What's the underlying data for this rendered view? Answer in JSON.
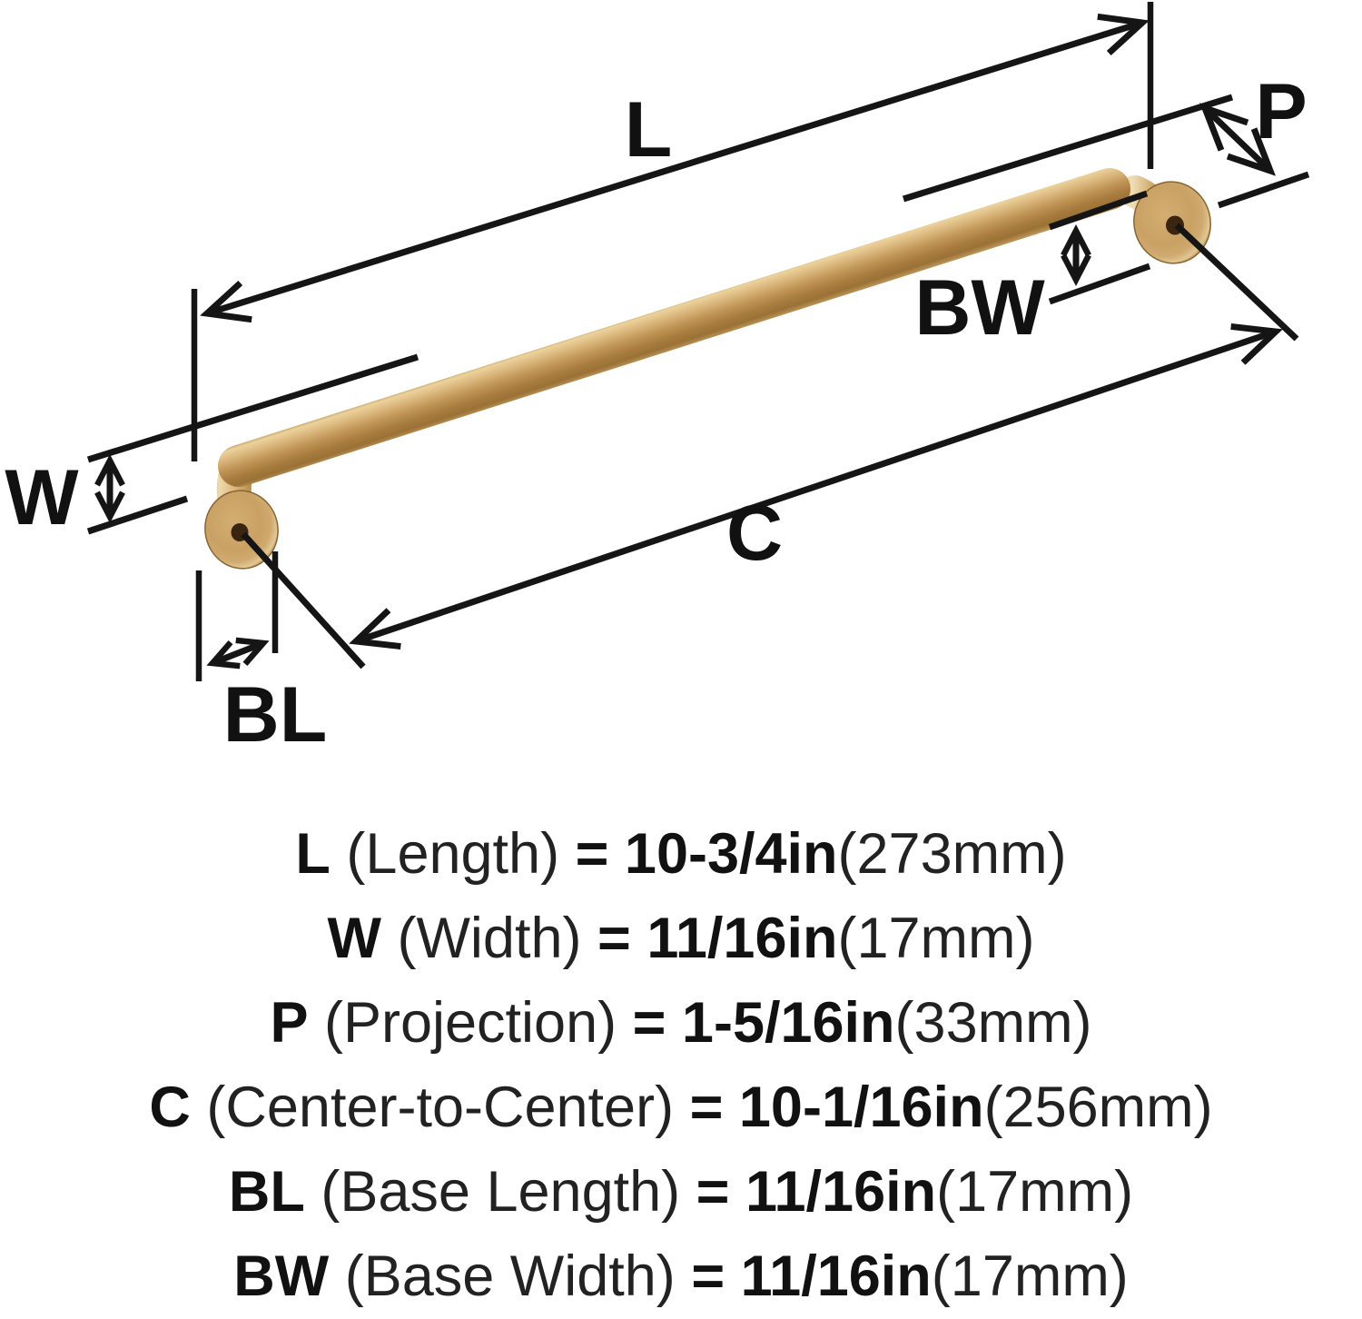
{
  "diagram": {
    "labels": {
      "L": "L",
      "W": "W",
      "P": "P",
      "C": "C",
      "BL": "BL",
      "BW": "BW"
    },
    "colors": {
      "handle_finish": "#c79a5c",
      "dimension_lines": "#151515",
      "background": "#ffffff"
    }
  },
  "legend": {
    "rows": [
      {
        "letter": "L",
        "name": "(Length)",
        "eq": "=",
        "imperial": "10-3/4in",
        "metric": "(273mm)"
      },
      {
        "letter": "W",
        "name": "(Width)",
        "eq": "=",
        "imperial": "11/16in",
        "metric": "(17mm)"
      },
      {
        "letter": "P",
        "name": "(Projection)",
        "eq": "=",
        "imperial": "1-5/16in",
        "metric": "(33mm)"
      },
      {
        "letter": "C",
        "name": "(Center-to-Center)",
        "eq": "=",
        "imperial": "10-1/16in",
        "metric": "(256mm)"
      },
      {
        "letter": "BL",
        "name": "(Base Length)",
        "eq": "=",
        "imperial": "11/16in",
        "metric": "(17mm)"
      },
      {
        "letter": "BW",
        "name": "(Base Width)",
        "eq": "=",
        "imperial": "11/16in",
        "metric": "(17mm)"
      }
    ]
  }
}
